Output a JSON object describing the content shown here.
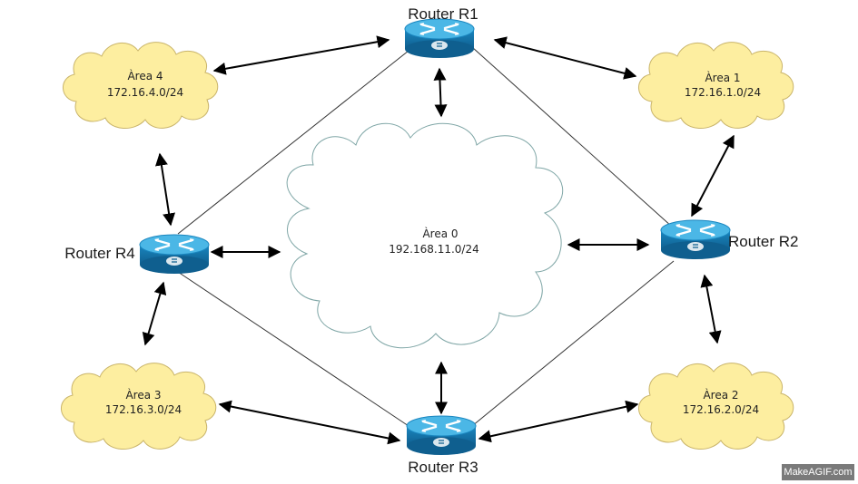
{
  "routers": {
    "r1": {
      "label": "Router R1"
    },
    "r2": {
      "label": "Router R2"
    },
    "r3": {
      "label": "Router R3"
    },
    "r4": {
      "label": "Router R4"
    }
  },
  "areas": {
    "a0": {
      "name": "Àrea 0",
      "network": "192.168.11.0/24"
    },
    "a1": {
      "name": "Àrea 1",
      "network": "172.16.1.0/24"
    },
    "a2": {
      "name": "Àrea 2",
      "network": "172.16.2.0/24"
    },
    "a3": {
      "name": "Àrea 3",
      "network": "172.16.3.0/24"
    },
    "a4": {
      "name": "Àrea 4",
      "network": "172.16.4.0/24"
    }
  },
  "colors": {
    "router_body": "#1e8fc8",
    "router_top": "#3ab0e0",
    "stub_cloud_fill": "#fdeea0",
    "stub_cloud_stroke": "#c9b46a",
    "backbone_stroke": "#7fa6a6"
  },
  "watermark": "MakeAGIF.com"
}
